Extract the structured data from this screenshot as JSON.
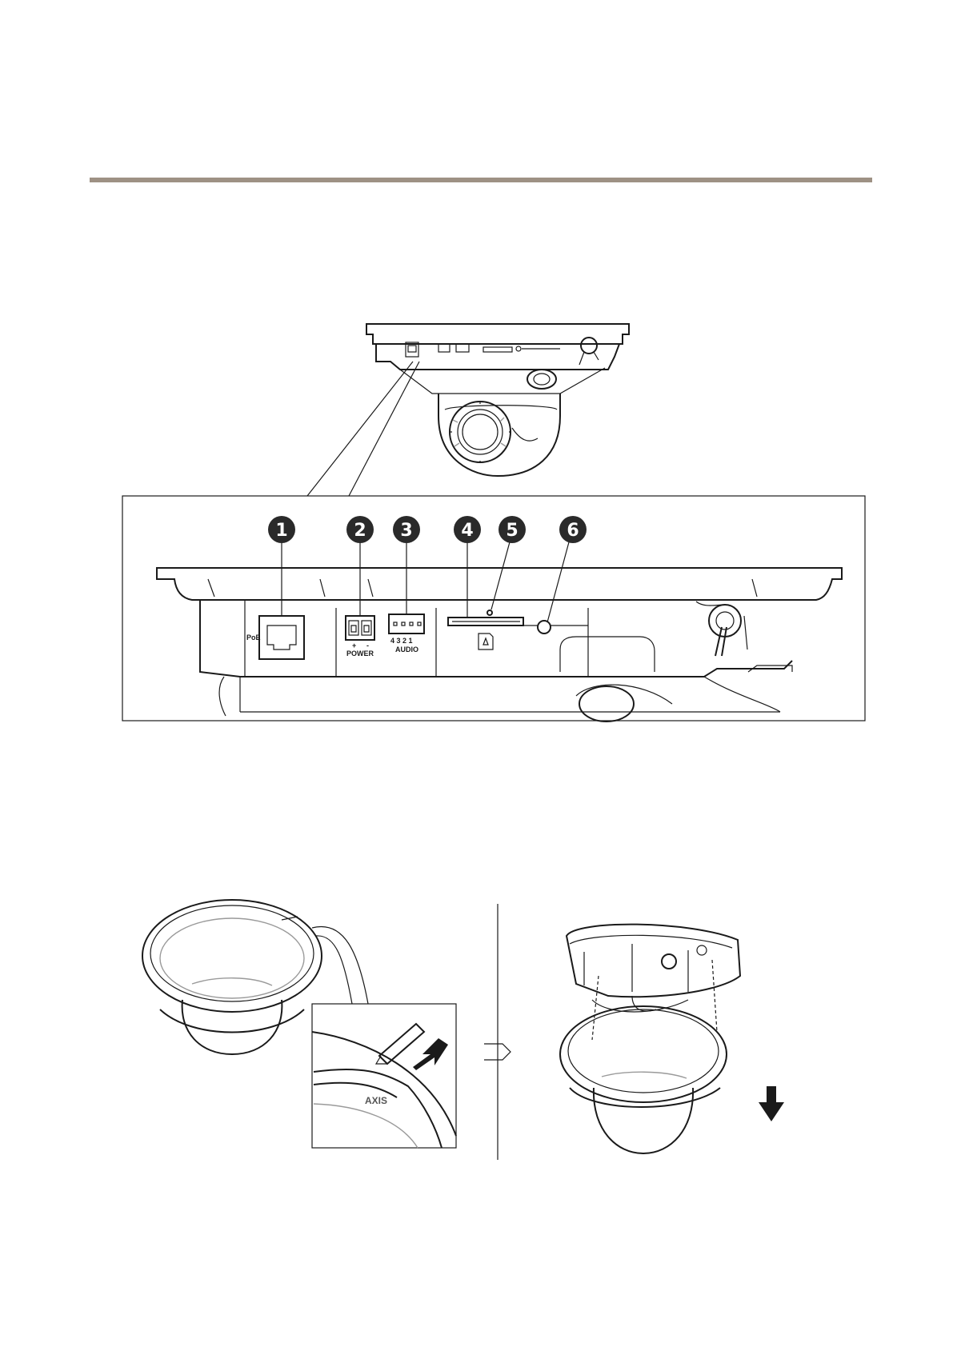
{
  "callouts": [
    "1",
    "2",
    "3",
    "4",
    "5",
    "6"
  ],
  "port_labels": {
    "poe": "PoE",
    "power": "POWER",
    "power_plus": "+",
    "power_minus": "-",
    "audio": "AUDIO",
    "audio_pins": "4  3  2  1"
  },
  "brand": "AXIS"
}
